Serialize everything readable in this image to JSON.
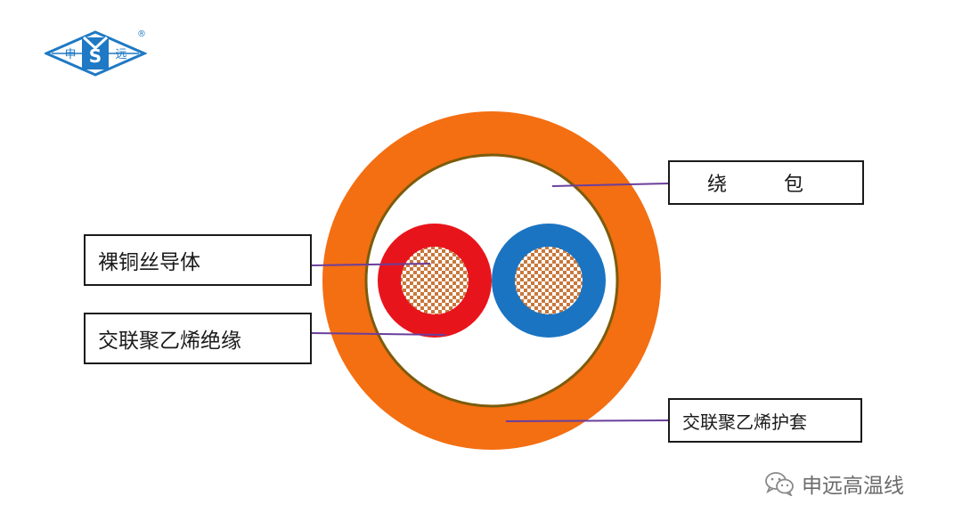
{
  "logo": {
    "char_left": "申",
    "char_right": "远",
    "mark": "®"
  },
  "labels": {
    "wrap": [
      "绕",
      "包"
    ],
    "conductor": "裸铜丝导体",
    "insulation": "交联聚乙烯绝缘",
    "sheath": "交联聚乙烯护套"
  },
  "watermark": {
    "text": "申远高温线"
  },
  "colors": {
    "sheath": "#f46e12",
    "wrap_ring": "#7b5c0c",
    "core_red": "#e8141c",
    "core_blue": "#1b74c2",
    "copper": "#c8783c",
    "leader_line": "#6a3f9c",
    "logo_blue": "#1f79c4"
  }
}
